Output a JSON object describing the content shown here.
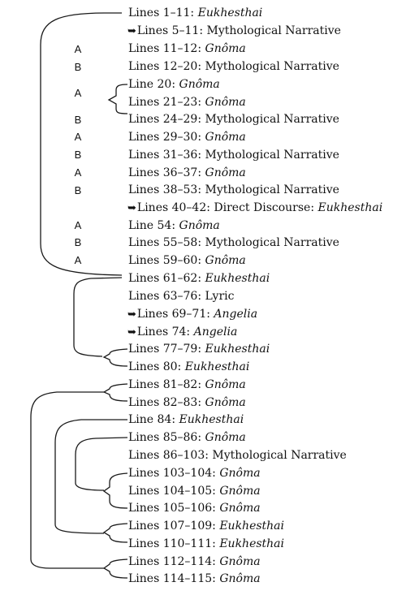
{
  "entries": [
    {
      "pre": "Lines 1–11: ",
      "it": "Eukhesthai",
      "indent": false
    },
    {
      "pre": "Lines 5–11: Mythological Narrative",
      "it": "",
      "indent": true
    },
    {
      "pre": "Lines 11–12: ",
      "it": "Gnôma",
      "indent": false
    },
    {
      "pre": "Lines 12–20: Mythological Narrative",
      "it": "",
      "indent": false
    },
    {
      "pre": "Line 20: ",
      "it": "Gnôma",
      "indent": false
    },
    {
      "pre": "Lines 21–23: ",
      "it": "Gnôma",
      "indent": false
    },
    {
      "pre": "Lines 24–29: Mythological Narrative",
      "it": "",
      "indent": false
    },
    {
      "pre": "Lines 29–30: ",
      "it": "Gnôma",
      "indent": false
    },
    {
      "pre": "Lines 31–36: Mythological Narrative",
      "it": "",
      "indent": false
    },
    {
      "pre": "Lines 36–37: ",
      "it": "Gnôma",
      "indent": false
    },
    {
      "pre": "Lines 38–53: Mythological Narrative",
      "it": "",
      "indent": false
    },
    {
      "pre": "Lines 40–42: Direct Discourse: ",
      "it": "Eukhesthai",
      "indent": true
    },
    {
      "pre": "Line 54: ",
      "it": "Gnôma",
      "indent": false
    },
    {
      "pre": "Lines 55–58: Mythological Narrative",
      "it": "",
      "indent": false
    },
    {
      "pre": "Lines 59–60: ",
      "it": "Gnôma",
      "indent": false
    },
    {
      "pre": "Lines 61–62: ",
      "it": "Eukhesthai",
      "indent": false
    },
    {
      "pre": "Lines 63–76: Lyric",
      "it": "",
      "indent": false
    },
    {
      "pre": "Lines 69–71: ",
      "it": "Angelia",
      "indent": true
    },
    {
      "pre": "Lines 74: ",
      "it": "Angelia",
      "indent": true
    },
    {
      "pre": "Lines 77–79: ",
      "it": "Eukhesthai",
      "indent": false
    },
    {
      "pre": "Lines 80: ",
      "it": "Eukhesthai",
      "indent": false
    },
    {
      "pre": "Lines 81–82: ",
      "it": "Gnôma",
      "indent": false
    },
    {
      "pre": "Lines 82–83: ",
      "it": "Gnôma",
      "indent": false
    },
    {
      "pre": "Line 84: ",
      "it": "Eukhesthai",
      "indent": false
    },
    {
      "pre": "Lines 85–86: ",
      "it": "Gnôma",
      "indent": false
    },
    {
      "pre": "Lines 86–103: Mythological Narrative",
      "it": "",
      "indent": false
    },
    {
      "pre": "Lines 103–104: ",
      "it": "Gnôma",
      "indent": false
    },
    {
      "pre": "Lines 104–105: ",
      "it": "Gnôma",
      "indent": false
    },
    {
      "pre": "Lines 105–106: ",
      "it": "Gnôma",
      "indent": false
    },
    {
      "pre": "Lines 107–109: ",
      "it": "Eukhesthai",
      "indent": false
    },
    {
      "pre": "Lines 110–111: ",
      "it": "Eukhesthai",
      "indent": false
    },
    {
      "pre": "Lines 112–114: ",
      "it": "Gnôma",
      "indent": false
    },
    {
      "pre": "Lines 114–115: ",
      "it": "Gnôma",
      "indent": false
    }
  ],
  "ab_labels": [
    "A",
    "B",
    "A",
    "B",
    "A",
    "B",
    "A",
    "B",
    "A",
    "B",
    "A"
  ],
  "arrow_glyph": "➥"
}
